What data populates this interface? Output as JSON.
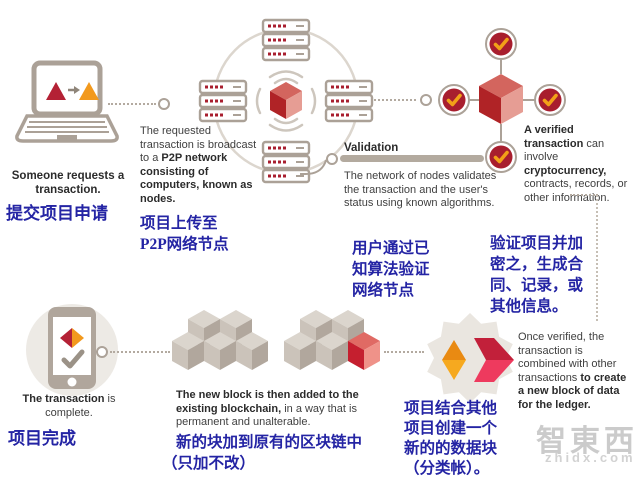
{
  "colors": {
    "taupe": "#aca298",
    "taupe_light": "#dcd6ce",
    "dark_red": "#a81e2e",
    "crimson": "#bb2135",
    "orange": "#f2a118",
    "pink": "#ee3a5e",
    "blue_text": "#2424a4",
    "body_text": "#3f3f3f"
  },
  "steps": {
    "request": {
      "caption": "Someone requests a transaction.",
      "zh": "提交项目申请"
    },
    "broadcast": {
      "caption_pre": "The requested transaction is broadcast to a ",
      "caption_bold": "P2P network consisting of computers, known as nodes.",
      "zh_line1": "项目上传至",
      "zh_line2": "P2P网络节点"
    },
    "validation": {
      "heading": "Validation",
      "text": "The network of nodes validates the transaction and the user's status using known algorithms.",
      "zh_line1": "用户通过已",
      "zh_line2": "知算法验证",
      "zh_line3": "网络节点"
    },
    "verified": {
      "caption_bold1": "A verified transaction",
      "caption_mid": " can involve ",
      "caption_bold2": "cryptocurrency,",
      "caption_post": " contracts, records, or other information.",
      "zh_line1": "验证项目并加",
      "zh_line2": "密之，生成合",
      "zh_line3": "同、记录，或",
      "zh_line4": "其他信息。"
    },
    "combine": {
      "caption_pre": "Once verified, the transaction is combined with other transactions ",
      "caption_bold": "to create a new block of data for the ledger.",
      "zh_line1": "项目结合其他",
      "zh_line2": "项目创建一个",
      "zh_line3": "新的的数据块",
      "zh_line4": "（分类帐）。"
    },
    "newblock": {
      "caption_bold": "The new block is then added to the existing blockchain,",
      "caption_post": " in a way that is permanent and unalterable.",
      "zh_line1": "新的块加到原有的区块链中",
      "zh_line2": "（只加不改）"
    },
    "complete": {
      "caption_bold": "The transaction",
      "caption_post": " is complete.",
      "zh": "项目完成"
    }
  },
  "watermark": {
    "logo": "智東西",
    "site": "zhidx.com"
  }
}
